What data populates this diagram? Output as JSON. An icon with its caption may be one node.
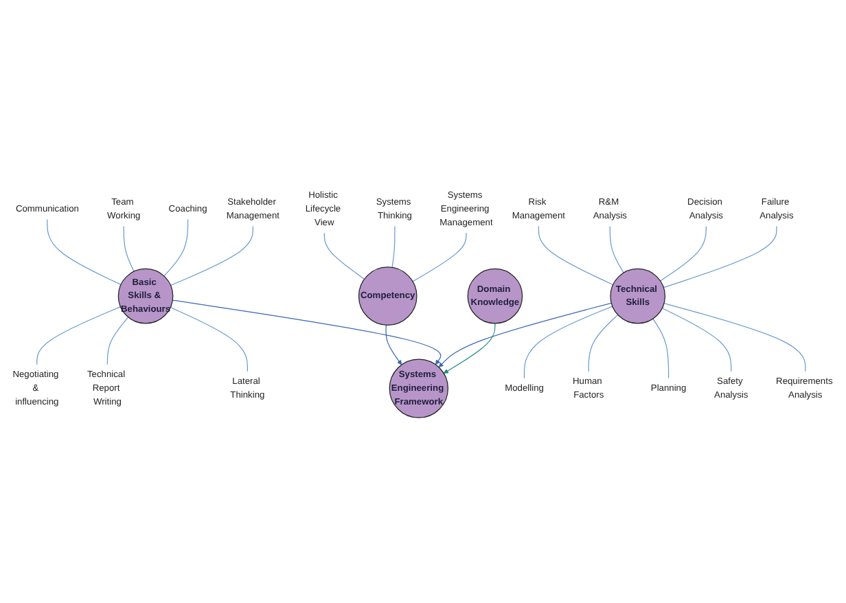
{
  "diagram": {
    "nodes": [
      {
        "text": [
          "Holistic Lifecycle View"
        ]
      },
      {
        "text": [
          "Systems Thinking"
        ]
      },
      {
        "text": [
          "Systems Engineering Management"
        ]
      },
      {
        "text": [
          "Competency"
        ]
      },
      {
        "text": [
          "Communication"
        ]
      },
      {
        "text": [
          "Risk Management"
        ]
      },
      {
        "text": [
          "R&M Analysis"
        ]
      },
      {
        "text": [
          "Team Working"
        ]
      },
      {
        "text": [
          "Coaching"
        ]
      },
      {
        "text": [
          "Decision Analysis"
        ]
      },
      {
        "text": [
          "Failure Analysis"
        ]
      },
      {
        "text": [
          "Stakeholder Management"
        ]
      },
      {
        "text": [
          "Basic Skills & Behaviours"
        ]
      },
      {
        "text": [
          "Systems Engineering Framework"
        ]
      },
      {
        "text": [
          "Technical Skills"
        ]
      },
      {
        "text": [
          "Modelling"
        ]
      },
      {
        "text": [
          "Human Factors"
        ]
      },
      {
        "text": [
          "Planning"
        ]
      },
      {
        "text": [
          "Negotiating & influencing"
        ]
      },
      {
        "text": [
          "Technical Report Writing"
        ]
      },
      {
        "text": [
          "Lateral Thinking"
        ]
      },
      {
        "text": [
          "Safety Analysis"
        ]
      },
      {
        "text": [
          "Requirements Analysis"
        ]
      },
      {
        "text": [
          "Domain Knowledge"
        ]
      }
    ],
    "edges": [
      {
        "from": 0,
        "to": 3,
        "arrow": "none"
      },
      {
        "from": 1,
        "to": 3,
        "arrow": "none"
      },
      {
        "from": 2,
        "to": 3,
        "arrow": "none"
      },
      {
        "from": 3,
        "to": 13,
        "arrow": "to",
        "color": "#3a66b5"
      },
      {
        "from": 4,
        "to": 12,
        "arrow": "none"
      },
      {
        "from": 7,
        "to": 12,
        "arrow": "none"
      },
      {
        "from": 8,
        "to": 12,
        "arrow": "none"
      },
      {
        "from": 11,
        "to": 12,
        "arrow": "none"
      },
      {
        "from": 12,
        "to": 18,
        "arrow": "none"
      },
      {
        "from": 12,
        "to": 19,
        "arrow": "none"
      },
      {
        "from": 12,
        "to": 20,
        "arrow": "none"
      },
      {
        "from": 12,
        "to": 13,
        "arrow": "to",
        "color": "#3a66b5"
      },
      {
        "from": 5,
        "to": 14,
        "arrow": "none"
      },
      {
        "from": 6,
        "to": 14,
        "arrow": "none"
      },
      {
        "from": 9,
        "to": 14,
        "arrow": "none"
      },
      {
        "from": 10,
        "to": 14,
        "arrow": "none"
      },
      {
        "from": 14,
        "to": 15,
        "arrow": "none"
      },
      {
        "from": 14,
        "to": 16,
        "arrow": "none"
      },
      {
        "from": 14,
        "to": 17,
        "arrow": "none"
      },
      {
        "from": 14,
        "to": 21,
        "arrow": "none"
      },
      {
        "from": 14,
        "to": 22,
        "arrow": "none"
      },
      {
        "from": 14,
        "to": 13,
        "arrow": "to",
        "color": "#3a66b5"
      },
      {
        "from": 23,
        "to": 13,
        "arrow": "to",
        "color": "#1f8a80"
      }
    ]
  }
}
